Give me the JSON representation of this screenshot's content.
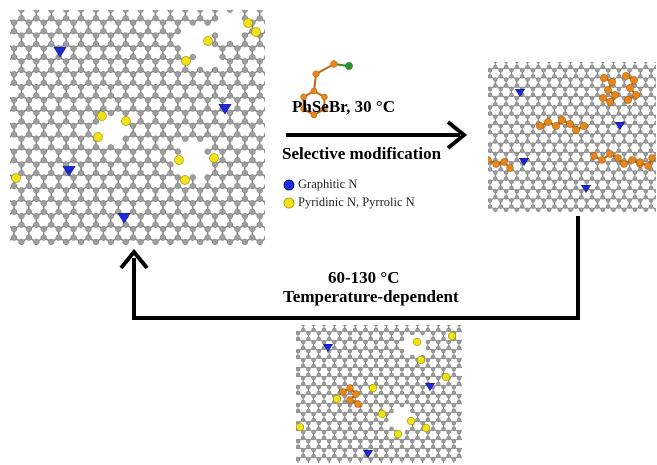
{
  "step1": {
    "reagent": "PhSeBr, 30 °C",
    "description": "Selective modification"
  },
  "step2": {
    "temperature": "60-130 °C",
    "description": "Temperature-dependent"
  },
  "legend": [
    {
      "label": "Graphitic N",
      "color": "#1f2bd6",
      "icon": "blue-dot-icon"
    },
    {
      "label": "Pyridinic N, Pyrrolic N",
      "color": "#f2e21c",
      "icon": "yellow-dot-icon"
    }
  ],
  "colors": {
    "carbon": "#9e9e9e",
    "graphitic_n": "#1f2bd6",
    "pyridinic_n": "#f2e21c",
    "phenylselenyl": "#e8861a",
    "bromine": "#2f8f2f",
    "arrow": "#000000"
  }
}
